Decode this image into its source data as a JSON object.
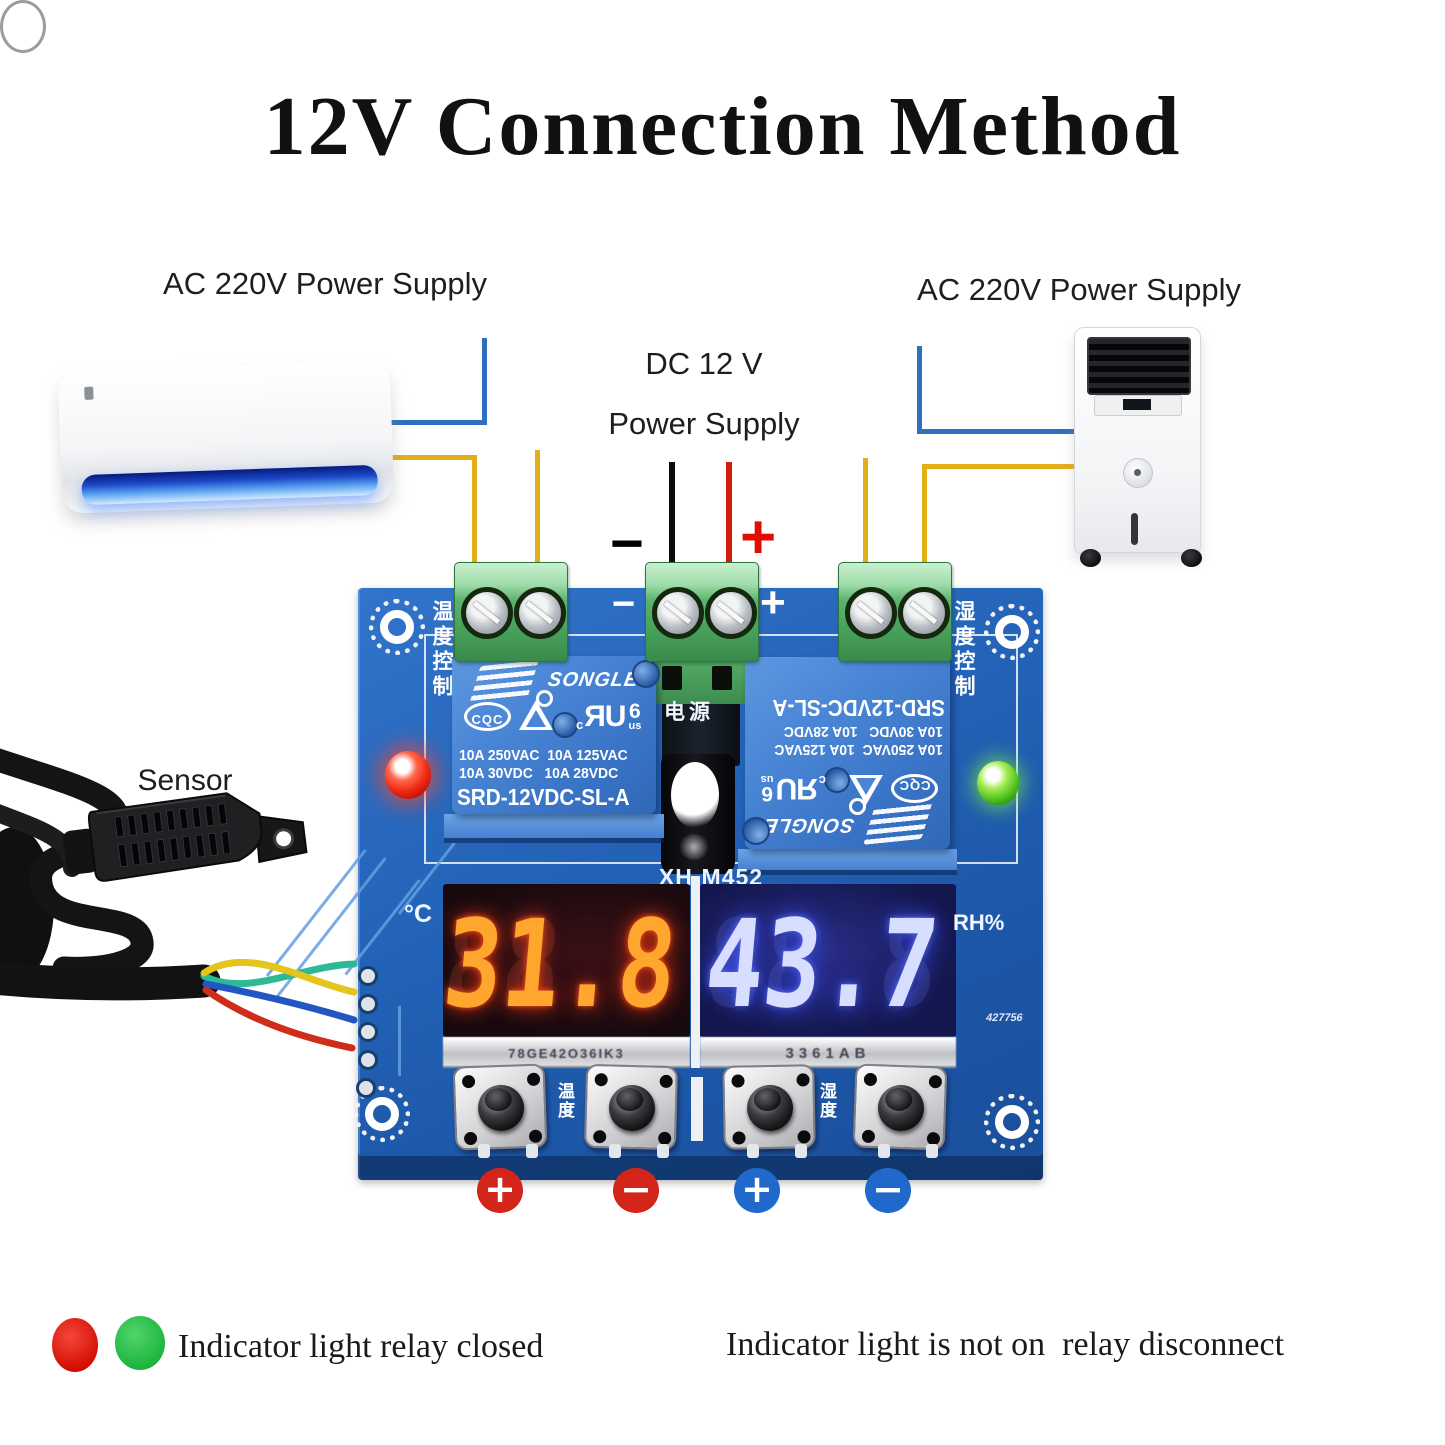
{
  "title": "12V Connection Method",
  "labels": {
    "ac_power_left": "AC 220V Power Supply",
    "ac_power_right": "AC 220V Power Supply",
    "dc_power_line1": "DC 12 V",
    "dc_power_line2": "Power Supply",
    "sensor": "Sensor",
    "dc_minus": "−",
    "dc_plus": "+"
  },
  "board": {
    "model": "XH-M452",
    "serial": "427756",
    "terminal_minus": "−",
    "terminal_plus": "+",
    "power_cn": "电源",
    "left_edge_cn": "温度控制",
    "right_edge_cn": "湿度控制",
    "temp_cn": "温度",
    "humid_cn": "湿度",
    "celsius": "°C",
    "rh_percent": "RH%",
    "temp_value": "31.8",
    "humidity_value": "43.7",
    "ghost_segments": "88.8",
    "sticker_left": "78GE42O36IK3",
    "sticker_right": "3361AB"
  },
  "relay": {
    "brand": "SONGLE",
    "cqc": "CQC",
    "ul_c": "c",
    "ul_mark": "ЯU",
    "ul_num": "6",
    "ul_us": "us",
    "rating1": "10A 250VAC  10A 125VAC",
    "rating2": "10A 30VDC   10A 28VDC",
    "part": "SRD-12VDC-SL-A"
  },
  "markers": {
    "temp_plus": "+",
    "temp_minus": "−",
    "humid_plus": "+",
    "humid_minus": "−"
  },
  "legend": {
    "on_text": "Indicator light relay closed",
    "off_text": "Indicator light is not on  relay disconnect"
  },
  "colors": {
    "board_blue": "#2463b6",
    "relay_blue": "#4a86d8",
    "terminal_green": "#46a058",
    "wire_yellow": "#e2af18",
    "wire_blue": "#2e6fbe",
    "wire_red": "#cf1d0e",
    "wire_black": "#0d0d0d",
    "led_red": "#f02713",
    "led_green": "#4fc21d",
    "marker_red": "#d3251a",
    "marker_blue": "#2168cd",
    "digit_red": "#ffa62e",
    "digit_blue": "#d8deff"
  }
}
